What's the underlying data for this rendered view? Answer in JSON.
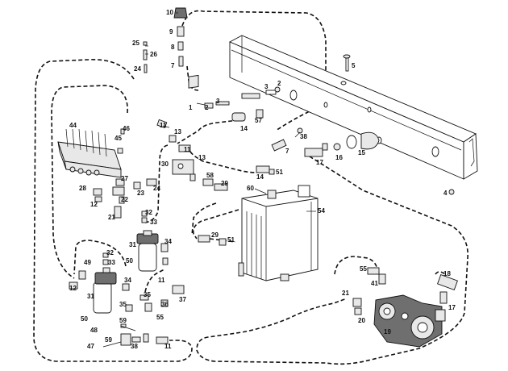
{
  "labels": {
    "l10": "10",
    "l9": "9",
    "l8": "8",
    "l7a": "7",
    "l25": "25",
    "l26": "26",
    "l24a": "24",
    "l5": "5",
    "l3a": "3",
    "l2a": "2",
    "l1": "1",
    "l2b": "2",
    "l3b": "3",
    "l14a": "14",
    "l57": "57",
    "l38a": "38",
    "l7b": "7",
    "l15": "15",
    "l16": "16",
    "l17a": "17",
    "l4": "4",
    "l44": "44",
    "l46": "46",
    "l45": "45",
    "l11a": "11",
    "l13a": "13",
    "l13b": "13",
    "l11b": "11",
    "l30": "30",
    "l58": "58",
    "l29a": "29",
    "l14b": "14",
    "l51a": "51",
    "l60": "60",
    "l54": "54",
    "l27": "27",
    "l23": "23",
    "l24b": "24",
    "l28": "28",
    "l12a": "12",
    "l22": "22",
    "l21a": "21",
    "l32a": "32",
    "l33a": "33",
    "l31a": "31",
    "l50a": "50",
    "l34a": "34",
    "l11c": "11",
    "l29b": "29",
    "l51b": "51",
    "l32b": "32",
    "l33b": "33",
    "l49": "49",
    "l12b": "12",
    "l31b": "31",
    "l50b": "50",
    "l34b": "34",
    "l35a": "35",
    "l36": "36",
    "l37": "37",
    "l35b": "35",
    "l55a": "55",
    "l59a": "59",
    "l48": "48",
    "l59b": "59",
    "l38b": "38",
    "l11d": "11",
    "l47": "47",
    "l55b": "55",
    "l41": "41",
    "l21b": "21",
    "l20": "20",
    "l19": "19",
    "l18": "18",
    "l17b": "17"
  }
}
